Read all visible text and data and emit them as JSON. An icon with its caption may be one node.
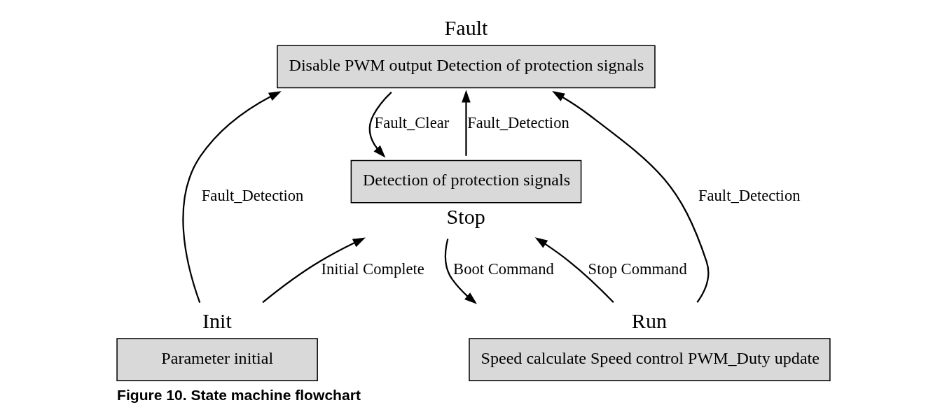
{
  "diagram": {
    "caption": "Figure 10. State machine flowchart",
    "nodes": [
      {
        "text": [
          "Fault",
          "Disable PWM output Detection of protection signals"
        ]
      },
      {
        "text": [
          "Init",
          "Parameter initial"
        ]
      },
      {
        "text": [
          "Run",
          "Speed calculate Speed control PWM_Duty update"
        ]
      },
      {
        "text": [
          "Detection of protection signals",
          "Stop"
        ]
      }
    ],
    "edges": [
      {
        "from": 1,
        "to": 0,
        "arrow": "to",
        "label": "Fault_Detection"
      },
      {
        "from": 1,
        "to": 3,
        "arrow": "to",
        "label": "Initial Complete"
      },
      {
        "from": 0,
        "to": 3,
        "arrow": "to",
        "label": "Fault_Clear"
      },
      {
        "from": 3,
        "to": 0,
        "arrow": "to",
        "label": "Fault_Detection"
      },
      {
        "from": 2,
        "to": 0,
        "arrow": "to",
        "label": "Fault_Detection"
      },
      {
        "from": 3,
        "to": 2,
        "arrow": "to",
        "label": "Boot Command"
      },
      {
        "from": 2,
        "to": 3,
        "arrow": "to",
        "label": "Stop Command"
      }
    ]
  }
}
